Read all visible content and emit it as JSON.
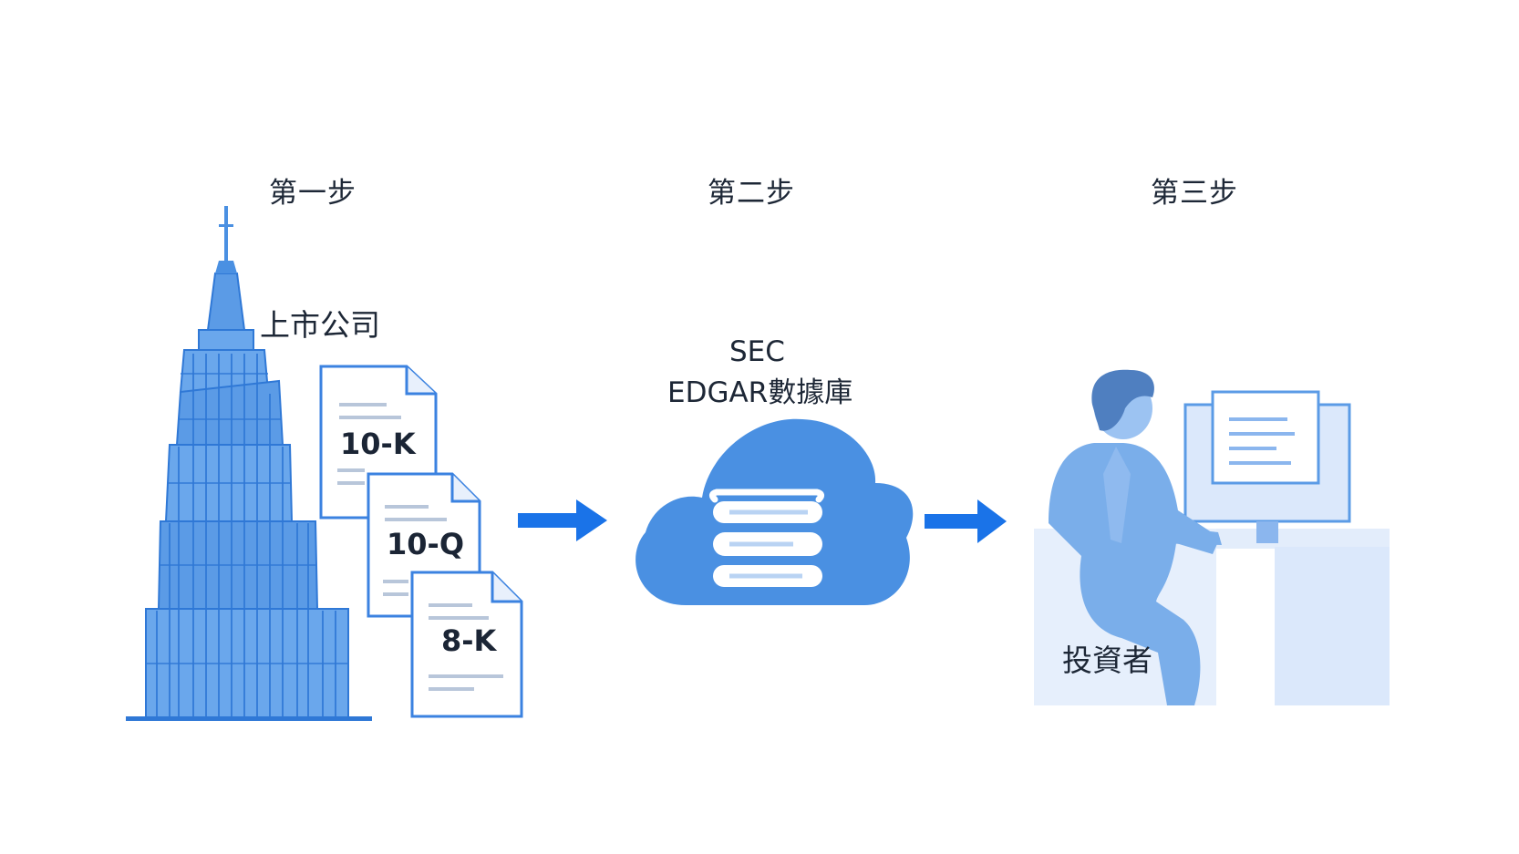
{
  "steps": [
    {
      "label": "第一步"
    },
    {
      "label": "第二步"
    },
    {
      "label": "第三步"
    }
  ],
  "company": {
    "label": "上市公司"
  },
  "documents": [
    {
      "label": "10-K"
    },
    {
      "label": "10-Q"
    },
    {
      "label": "8-K"
    }
  ],
  "database": {
    "line1": "SEC",
    "line2": "EDGAR數據庫"
  },
  "investor": {
    "label": "投資者"
  },
  "colors": {
    "primary_blue": "#4a90e2",
    "arrow_blue": "#1a73e8",
    "light_blue": "#dbe8fb",
    "text_dark": "#1d2736"
  }
}
